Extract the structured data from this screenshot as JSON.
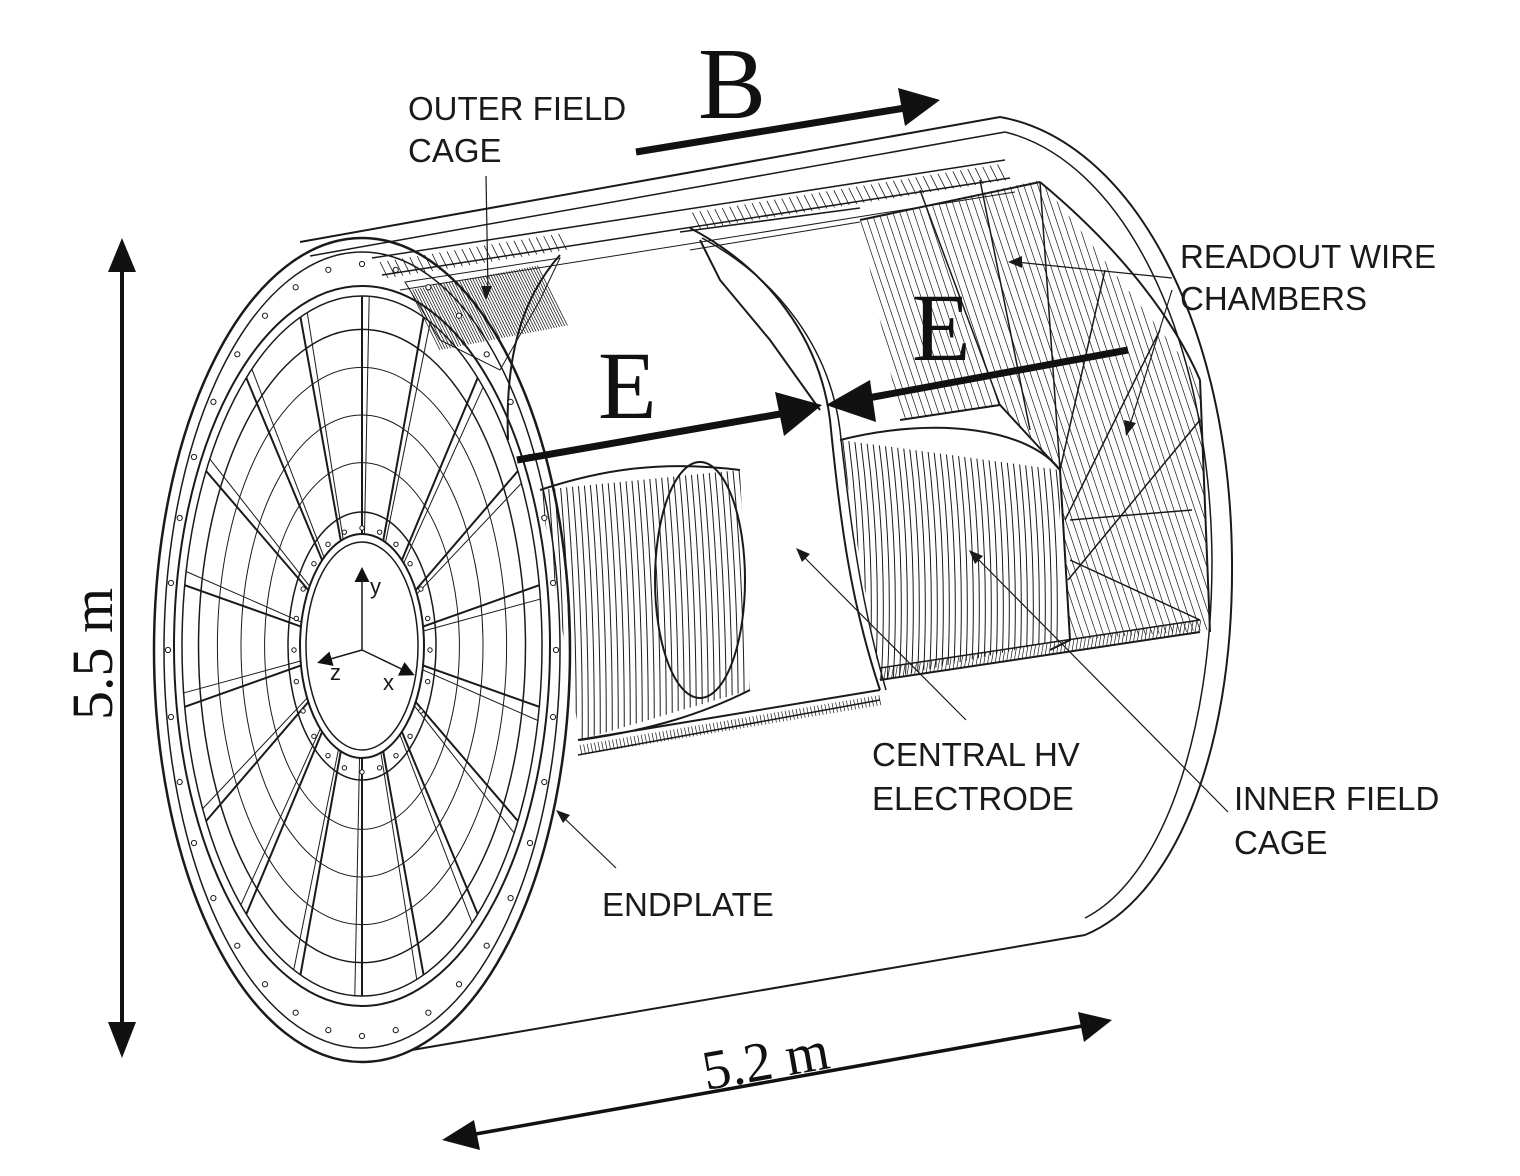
{
  "labels": {
    "outer_field_cage": [
      "OUTER FIELD",
      "CAGE"
    ],
    "readout_wire_chambers": [
      "READOUT WIRE",
      "CHAMBERS"
    ],
    "central_hv_electrode": [
      "CENTRAL HV",
      "ELECTRODE"
    ],
    "inner_field_cage": [
      "INNER FIELD",
      "CAGE"
    ],
    "endplate": "ENDPLATE"
  },
  "symbols": {
    "magnetic_field": "B",
    "electric_field_left": "E",
    "electric_field_right": "E"
  },
  "dimensions": {
    "diameter": "5.5 m",
    "length": "5.2 m"
  },
  "axes": {
    "x": "x",
    "y": "y",
    "z": "z"
  },
  "endplate_sectors": 18,
  "colors": {
    "line": "#1a1a1a",
    "background": "#ffffff"
  }
}
